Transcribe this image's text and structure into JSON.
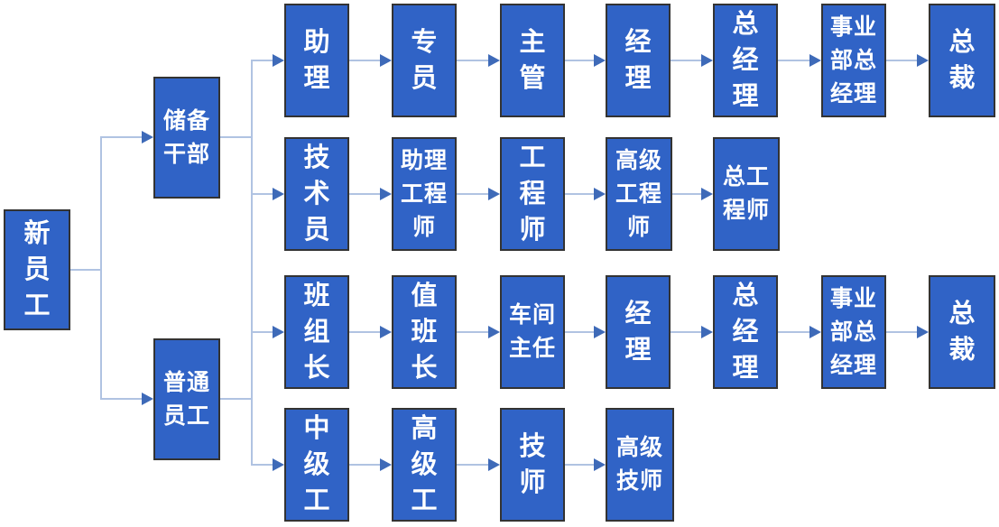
{
  "diagram": {
    "description_nodes": "career progression flowchart",
    "colors": {
      "background": "#ffffff",
      "node_fill": "#3063c6",
      "node_border": "#333333",
      "text": "#ffffff",
      "line": "#b0c3e2",
      "arrow": "#3e6ab8"
    },
    "nodes": [
      {
        "id": "new_employee",
        "label": "新员工",
        "lines": [
          "新",
          "员",
          "工"
        ]
      },
      {
        "id": "reserve_cadre",
        "label": "储备干部",
        "lines": [
          "储备",
          "干部"
        ]
      },
      {
        "id": "ordinary_employee",
        "label": "普通员工",
        "lines": [
          "普通",
          "员工"
        ]
      },
      {
        "id": "assistant",
        "label": "助理",
        "lines": [
          "助",
          "理"
        ]
      },
      {
        "id": "specialist",
        "label": "专员",
        "lines": [
          "专",
          "员"
        ]
      },
      {
        "id": "supervisor",
        "label": "主管",
        "lines": [
          "主",
          "管"
        ]
      },
      {
        "id": "manager_row1",
        "label": "经理",
        "lines": [
          "经",
          "理"
        ]
      },
      {
        "id": "general_manager_row1",
        "label": "总经理",
        "lines": [
          "总",
          "经",
          "理"
        ]
      },
      {
        "id": "division_general_manager_row1",
        "label": "事业部总经理",
        "lines": [
          "事业",
          "部总",
          "经理"
        ]
      },
      {
        "id": "president_row1",
        "label": "总裁",
        "lines": [
          "总",
          "裁"
        ]
      },
      {
        "id": "technician_staff",
        "label": "技术员",
        "lines": [
          "技",
          "术",
          "员"
        ]
      },
      {
        "id": "assistant_engineer",
        "label": "助理工程师",
        "lines": [
          "助理",
          "工程",
          "师"
        ]
      },
      {
        "id": "engineer",
        "label": "工程师",
        "lines": [
          "工",
          "程",
          "师"
        ]
      },
      {
        "id": "senior_engineer",
        "label": "高级工程师",
        "lines": [
          "高级",
          "工程",
          "师"
        ]
      },
      {
        "id": "chief_engineer",
        "label": "总工程师",
        "lines": [
          "总工",
          "程师"
        ]
      },
      {
        "id": "team_leader",
        "label": "班组长",
        "lines": [
          "班",
          "组",
          "长"
        ]
      },
      {
        "id": "shift_leader",
        "label": "值班长",
        "lines": [
          "值",
          "班",
          "长"
        ]
      },
      {
        "id": "workshop_director",
        "label": "车间主任",
        "lines": [
          "车间",
          "主任"
        ]
      },
      {
        "id": "manager_row3",
        "label": "经理",
        "lines": [
          "经",
          "理"
        ]
      },
      {
        "id": "general_manager_row3",
        "label": "总经理",
        "lines": [
          "总",
          "经",
          "理"
        ]
      },
      {
        "id": "division_general_manager_row3",
        "label": "事业部总经理",
        "lines": [
          "事业",
          "部总",
          "经理"
        ]
      },
      {
        "id": "president_row3",
        "label": "总裁",
        "lines": [
          "总",
          "裁"
        ]
      },
      {
        "id": "intermediate_worker",
        "label": "中级工",
        "lines": [
          "中",
          "级",
          "工"
        ]
      },
      {
        "id": "senior_worker",
        "label": "高级工",
        "lines": [
          "高",
          "级",
          "工"
        ]
      },
      {
        "id": "technician",
        "label": "技师",
        "lines": [
          "技",
          "师"
        ]
      },
      {
        "id": "senior_technician",
        "label": "高级技师",
        "lines": [
          "高级",
          "技师"
        ]
      }
    ],
    "edges": [
      [
        "new_employee",
        "reserve_cadre"
      ],
      [
        "new_employee",
        "ordinary_employee"
      ],
      [
        "reserve_cadre",
        "assistant"
      ],
      [
        "reserve_cadre",
        "technician_staff"
      ],
      [
        "ordinary_employee",
        "team_leader"
      ],
      [
        "ordinary_employee",
        "intermediate_worker"
      ],
      [
        "assistant",
        "specialist"
      ],
      [
        "specialist",
        "supervisor"
      ],
      [
        "supervisor",
        "manager_row1"
      ],
      [
        "manager_row1",
        "general_manager_row1"
      ],
      [
        "general_manager_row1",
        "division_general_manager_row1"
      ],
      [
        "division_general_manager_row1",
        "president_row1"
      ],
      [
        "technician_staff",
        "assistant_engineer"
      ],
      [
        "assistant_engineer",
        "engineer"
      ],
      [
        "engineer",
        "senior_engineer"
      ],
      [
        "senior_engineer",
        "chief_engineer"
      ],
      [
        "team_leader",
        "shift_leader"
      ],
      [
        "shift_leader",
        "workshop_director"
      ],
      [
        "workshop_director",
        "manager_row3"
      ],
      [
        "manager_row3",
        "general_manager_row3"
      ],
      [
        "general_manager_row3",
        "division_general_manager_row3"
      ],
      [
        "division_general_manager_row3",
        "president_row3"
      ],
      [
        "intermediate_worker",
        "senior_worker"
      ],
      [
        "senior_worker",
        "technician"
      ],
      [
        "technician",
        "senior_technician"
      ]
    ]
  }
}
